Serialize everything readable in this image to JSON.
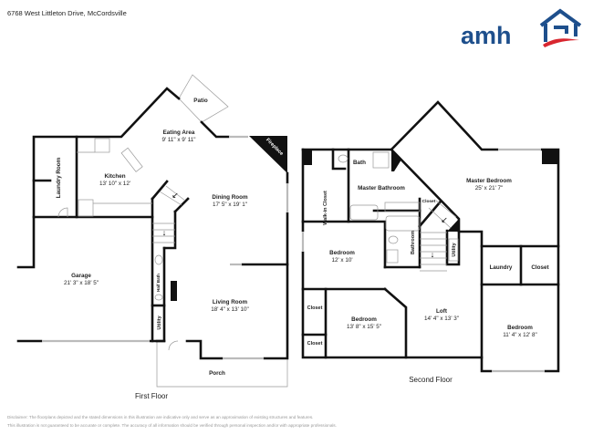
{
  "header": {
    "address": "6768 West Littleton Drive, McCordsville"
  },
  "logo": {
    "text": "amh",
    "colors": {
      "blue": "#1e4f8c",
      "red": "#d8262f"
    }
  },
  "first_floor": {
    "label": "First Floor",
    "rooms": {
      "patio": {
        "name": "Patio"
      },
      "eating_area": {
        "name": "Eating Area",
        "dim": "9' 11\" x 9' 11\""
      },
      "fireplace": {
        "name": "Fireplace"
      },
      "laundry_room": {
        "name": "Laundry Room"
      },
      "kitchen": {
        "name": "Kitchen",
        "dim": "13' 10\" x 12'"
      },
      "dining_room": {
        "name": "Dining Room",
        "dim": "17' 5\" x 19' 1\""
      },
      "garage": {
        "name": "Garage",
        "dim": "21' 3\" x 18' 5\""
      },
      "half_bath": {
        "name": "Half Bath"
      },
      "utility": {
        "name": "Utility"
      },
      "living_room": {
        "name": "Living Room",
        "dim": "18' 4\" x 13' 10\""
      },
      "porch": {
        "name": "Porch"
      }
    }
  },
  "second_floor": {
    "label": "Second Floor",
    "rooms": {
      "walk_in_closet": {
        "name": "Walk-in Closet"
      },
      "bath": {
        "name": "Bath"
      },
      "master_bathroom": {
        "name": "Master Bathroom"
      },
      "closet_master": {
        "name": "Closet"
      },
      "master_bedroom": {
        "name": "Master Bedroom",
        "dim": "25' x 21' 7\""
      },
      "bedroom_1": {
        "name": "Bedroom",
        "dim": "12' x 10'"
      },
      "bathroom": {
        "name": "Bathroom"
      },
      "utility": {
        "name": "Utility"
      },
      "laundry": {
        "name": "Laundry"
      },
      "closet_right": {
        "name": "Closet"
      },
      "closet_left_1": {
        "name": "Closet"
      },
      "closet_left_2": {
        "name": "Closet"
      },
      "bedroom_2": {
        "name": "Bedroom",
        "dim": "13' 8\" x 15' 5\""
      },
      "loft": {
        "name": "Loft",
        "dim": "14' 4\" x 13' 3\""
      },
      "bedroom_3": {
        "name": "Bedroom",
        "dim": "11' 4\" x 12' 8\""
      }
    }
  },
  "disclaimer": {
    "line1": "Disclaimer: The floorplans depicted and the stated dimensions in this illustration are indicative only and serve as an approximation of existing structures and features.",
    "line2": "This illustration is not guaranteed to be accurate or complete. The accuracy of all information should be verified through personal inspection and/or with appropriate professionals."
  }
}
